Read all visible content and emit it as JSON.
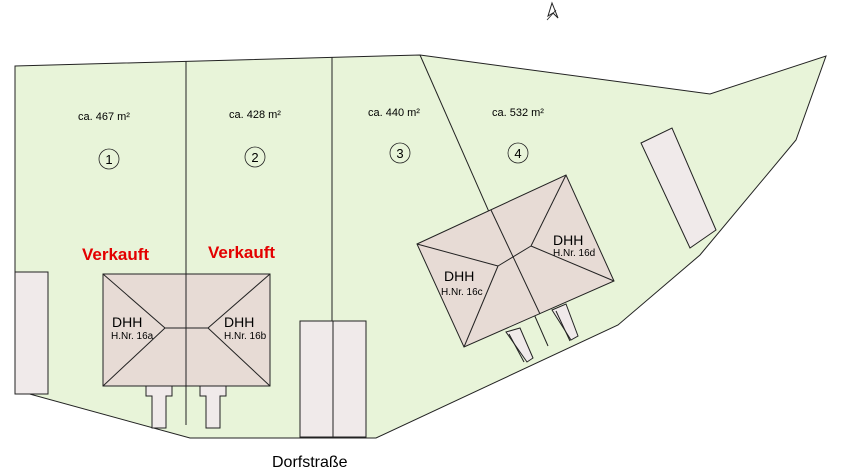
{
  "street": "Dorfstraße",
  "plots": [
    {
      "number": "1",
      "area": "ca. 467 m²",
      "status": "Verkauft"
    },
    {
      "number": "2",
      "area": "ca. 428 m²",
      "status": "Verkauft"
    },
    {
      "number": "3",
      "area": "ca. 440 m²",
      "status": ""
    },
    {
      "number": "4",
      "area": "ca. 532 m²",
      "status": ""
    }
  ],
  "houses": [
    {
      "type": "DHH",
      "number": "H.Nr. 16a"
    },
    {
      "type": "DHH",
      "number": "H.Nr. 16b"
    },
    {
      "type": "DHH",
      "number": "H.Nr. 16c"
    },
    {
      "type": "DHH",
      "number": "H.Nr. 16d"
    }
  ],
  "colors": {
    "lot_fill": "#e8f4d9",
    "roof_fill": "#e7dbd5",
    "sold_text": "#e30000"
  },
  "icons": [
    "north-arrow-icon"
  ]
}
